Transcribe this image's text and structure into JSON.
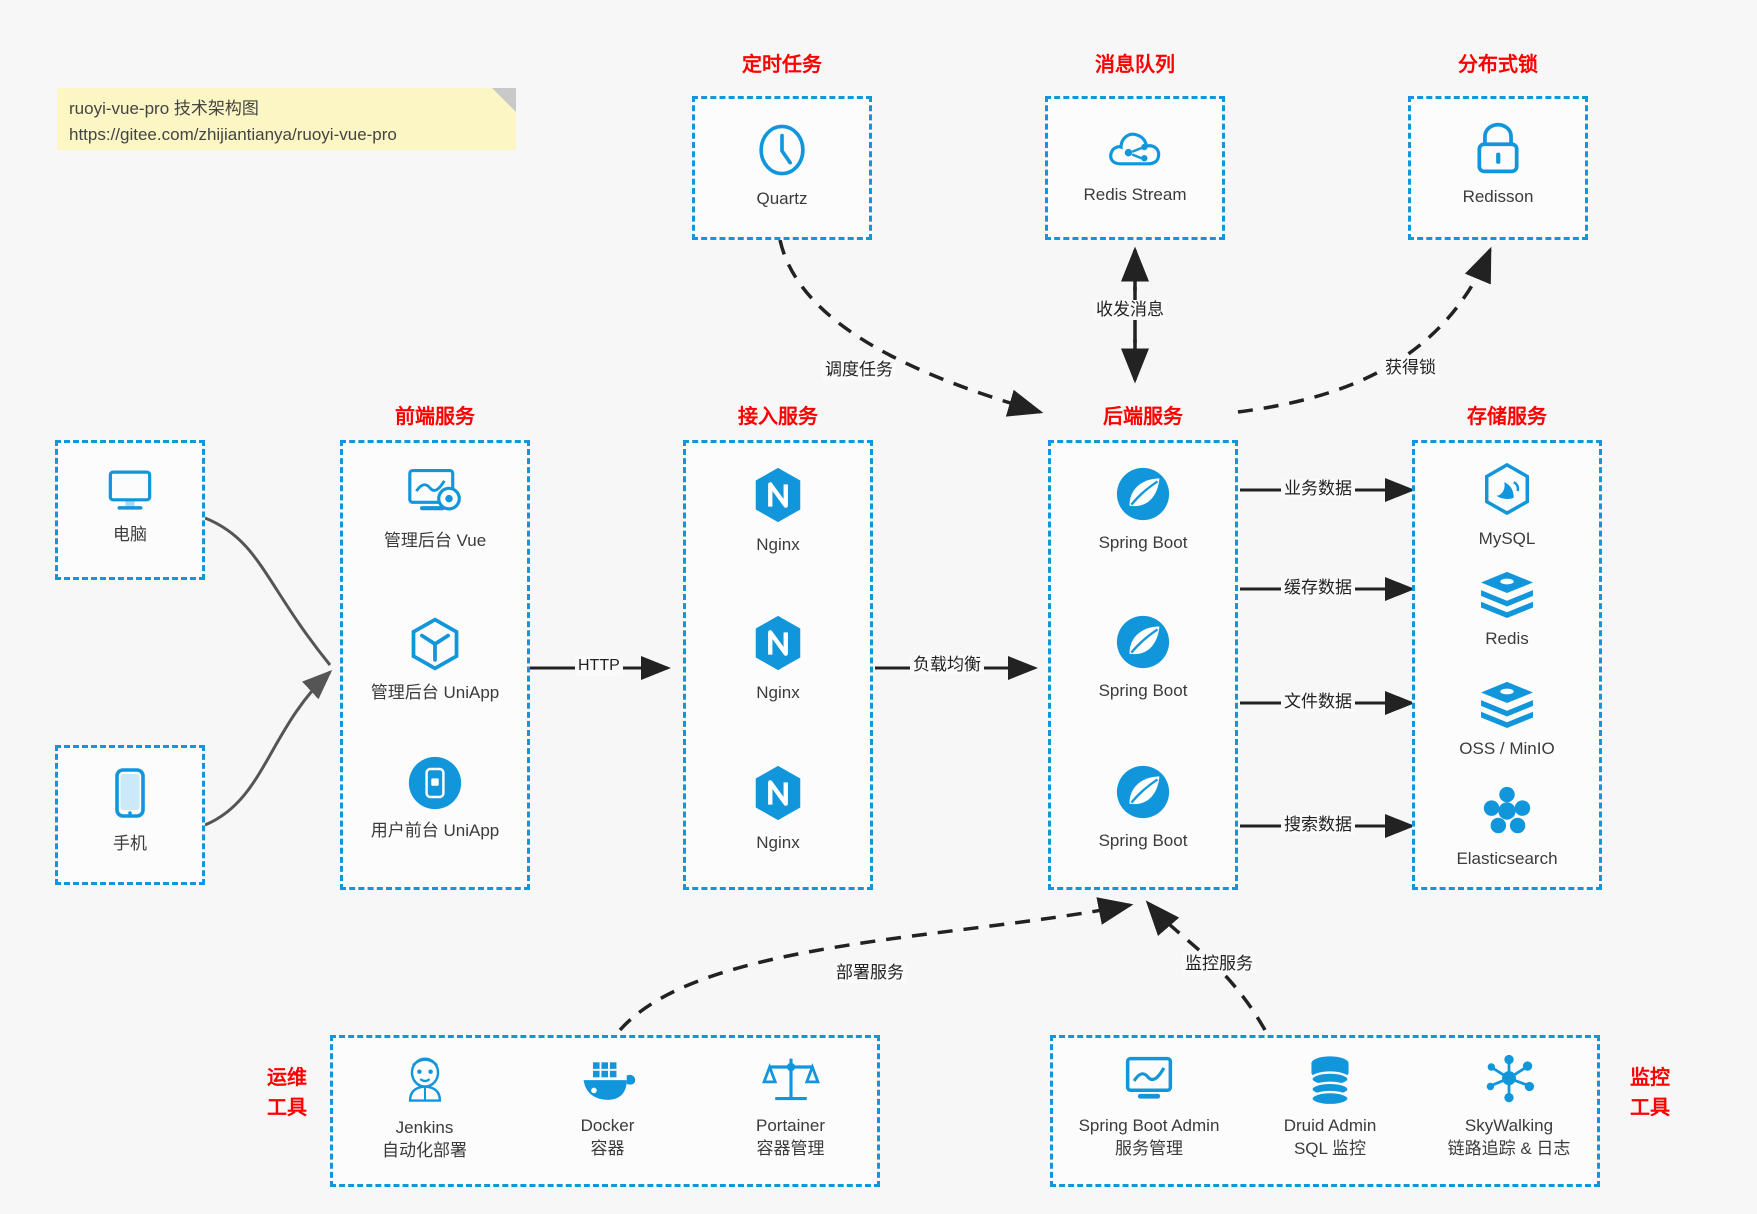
{
  "note": {
    "line1": "ruoyi-vue-pro 技术架构图",
    "line2": "https://gitee.com/zhijiantianya/ruoyi-vue-pro"
  },
  "colors": {
    "accent": "#1296db",
    "title": "#ff0000",
    "text": "#3b3b3b",
    "note_bg": "#fbf6c4",
    "background": "#f7f7f7",
    "connector": "#555555",
    "dashed_connector": "#222222"
  },
  "groups": {
    "scheduler": {
      "title": "定时任务",
      "nodes": [
        {
          "label": "Quartz",
          "icon": "clock-icon"
        }
      ]
    },
    "message_queue": {
      "title": "消息队列",
      "nodes": [
        {
          "label": "Redis Stream",
          "icon": "cloud-stream-icon"
        }
      ]
    },
    "distributed_lock": {
      "title": "分布式锁",
      "nodes": [
        {
          "label": "Redisson",
          "icon": "lock-icon"
        }
      ]
    },
    "clients": {
      "nodes": [
        {
          "label": "电脑",
          "icon": "desktop-icon"
        },
        {
          "label": "手机",
          "icon": "phone-icon"
        }
      ]
    },
    "frontend": {
      "title": "前端服务",
      "nodes": [
        {
          "label": "管理后台 Vue",
          "icon": "dashboard-icon"
        },
        {
          "label": "管理后台 UniApp",
          "icon": "cube-icon"
        },
        {
          "label": "用户前台 UniApp",
          "icon": "mobile-app-icon"
        }
      ]
    },
    "gateway": {
      "title": "接入服务",
      "nodes": [
        {
          "label": "Nginx",
          "icon": "nginx-icon"
        },
        {
          "label": "Nginx",
          "icon": "nginx-icon"
        },
        {
          "label": "Nginx",
          "icon": "nginx-icon"
        }
      ]
    },
    "backend": {
      "title": "后端服务",
      "nodes": [
        {
          "label": "Spring Boot",
          "icon": "spring-icon"
        },
        {
          "label": "Spring Boot",
          "icon": "spring-icon"
        },
        {
          "label": "Spring Boot",
          "icon": "spring-icon"
        }
      ]
    },
    "storage": {
      "title": "存储服务",
      "nodes": [
        {
          "label": "MySQL",
          "icon": "mysql-icon"
        },
        {
          "label": "Redis",
          "icon": "redis-icon"
        },
        {
          "label": "OSS / MinIO",
          "icon": "oss-icon"
        },
        {
          "label": "Elasticsearch",
          "icon": "elasticsearch-icon"
        }
      ]
    },
    "devops": {
      "title": "运维\n工具",
      "title_line1": "运维",
      "title_line2": "工具",
      "nodes": [
        {
          "label": "Jenkins",
          "sub": "自动化部署",
          "icon": "jenkins-icon"
        },
        {
          "label": "Docker",
          "sub": "容器",
          "icon": "docker-icon"
        },
        {
          "label": "Portainer",
          "sub": "容器管理",
          "icon": "portainer-icon"
        }
      ]
    },
    "monitoring": {
      "title_line1": "监控",
      "title_line2": "工具",
      "nodes": [
        {
          "label": "Spring Boot Admin",
          "sub": "服务管理",
          "icon": "monitor-chart-icon"
        },
        {
          "label": "Druid Admin",
          "sub": "SQL 监控",
          "icon": "database-icon"
        },
        {
          "label": "SkyWalking",
          "sub": "链路追踪 & 日志",
          "icon": "network-nodes-icon"
        }
      ]
    }
  },
  "edges": [
    {
      "id": "http",
      "label": "HTTP"
    },
    {
      "id": "load-balance",
      "label": "负载均衡"
    },
    {
      "id": "schedule-task",
      "label": "调度任务"
    },
    {
      "id": "send-receive-message",
      "label": "收发消息"
    },
    {
      "id": "acquire-lock",
      "label": "获得锁"
    },
    {
      "id": "business-data",
      "label": "业务数据"
    },
    {
      "id": "cache-data",
      "label": "缓存数据"
    },
    {
      "id": "file-data",
      "label": "文件数据"
    },
    {
      "id": "search-data",
      "label": "搜索数据"
    },
    {
      "id": "deploy-service",
      "label": "部署服务"
    },
    {
      "id": "monitor-service",
      "label": "监控服务"
    }
  ]
}
